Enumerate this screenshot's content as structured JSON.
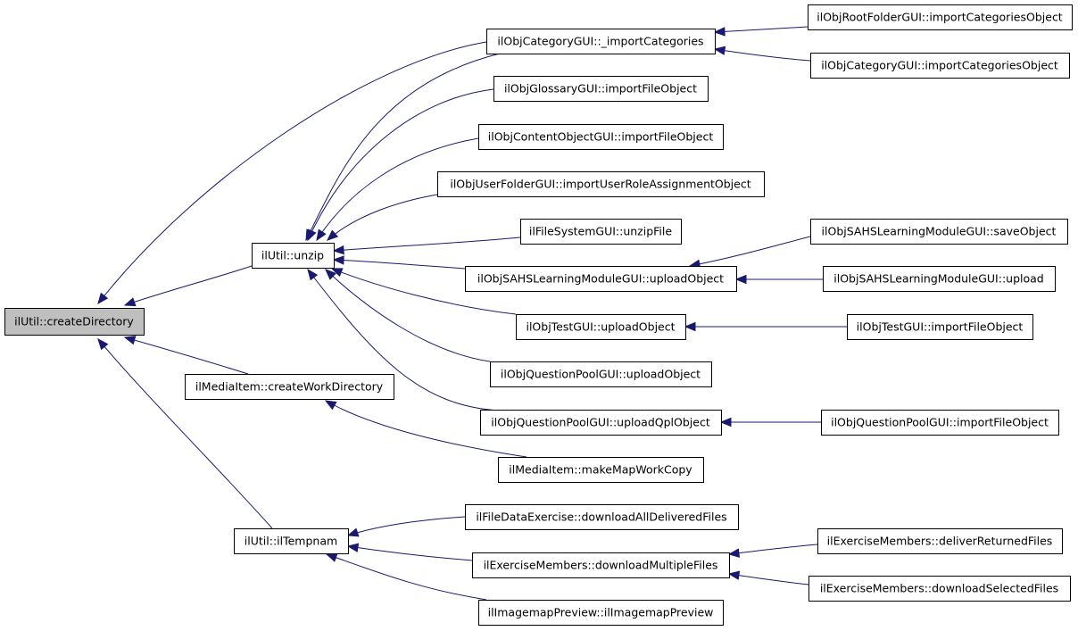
{
  "graph": {
    "colors": {
      "edge": "#191970",
      "node_border": "#000000",
      "root_fill": "#bfbfbf",
      "node_fill": "#ffffff"
    },
    "nodes": {
      "createDirectory": "ilUtil::createDirectory",
      "unzip": "ilUtil::unzip",
      "createWorkDirectory": "ilMediaItem::createWorkDirectory",
      "ilTempnam": "ilUtil::ilTempnam",
      "catImport": "ilObjCategoryGUI::_importCategories",
      "glossaryImport": "ilObjGlossaryGUI::importFileObject",
      "contentImport": "ilObjContentObjectGUI::importFileObject",
      "userFolderImport": "ilObjUserFolderGUI::importUserRoleAssignmentObject",
      "fsUnzip": "ilFileSystemGUI::unzipFile",
      "sahsUpload": "ilObjSAHSLearningModuleGUI::uploadObject",
      "testUpload": "ilObjTestGUI::uploadObject",
      "qpUpload": "ilObjQuestionPoolGUI::uploadObject",
      "qpUploadQpl": "ilObjQuestionPoolGUI::uploadQplObject",
      "mapWorkCopy": "ilMediaItem::makeMapWorkCopy",
      "downloadAll": "ilFileDataExercise::downloadAllDeliveredFiles",
      "downloadMultiple": "ilExerciseMembers::downloadMultipleFiles",
      "imagemapPreview": "ilImagemapPreview::ilImagemapPreview",
      "rootImportCat": "ilObjRootFolderGUI::importCategoriesObject",
      "catImportObj": "ilObjCategoryGUI::importCategoriesObject",
      "sahsSave": "ilObjSAHSLearningModuleGUI::saveObject",
      "sahsUploadMeth": "ilObjSAHSLearningModuleGUI::upload",
      "testImport": "ilObjTestGUI::importFileObject",
      "qpImport": "ilObjQuestionPoolGUI::importFileObject",
      "deliverReturned": "ilExerciseMembers::deliverReturnedFiles",
      "downloadSelected": "ilExerciseMembers::downloadSelectedFiles"
    },
    "edges": [
      {
        "from": "catImport",
        "to": "createDirectory"
      },
      {
        "from": "unzip",
        "to": "createDirectory"
      },
      {
        "from": "createWorkDirectory",
        "to": "createDirectory"
      },
      {
        "from": "ilTempnam",
        "to": "createDirectory"
      },
      {
        "from": "catImport",
        "to": "unzip"
      },
      {
        "from": "glossaryImport",
        "to": "unzip"
      },
      {
        "from": "contentImport",
        "to": "unzip"
      },
      {
        "from": "userFolderImport",
        "to": "unzip"
      },
      {
        "from": "fsUnzip",
        "to": "unzip"
      },
      {
        "from": "sahsUpload",
        "to": "unzip"
      },
      {
        "from": "testUpload",
        "to": "unzip"
      },
      {
        "from": "qpUpload",
        "to": "unzip"
      },
      {
        "from": "qpUploadQpl",
        "to": "unzip"
      },
      {
        "from": "mapWorkCopy",
        "to": "createWorkDirectory"
      },
      {
        "from": "downloadAll",
        "to": "ilTempnam"
      },
      {
        "from": "downloadMultiple",
        "to": "ilTempnam"
      },
      {
        "from": "imagemapPreview",
        "to": "ilTempnam"
      },
      {
        "from": "rootImportCat",
        "to": "catImport"
      },
      {
        "from": "catImportObj",
        "to": "catImport"
      },
      {
        "from": "sahsSave",
        "to": "sahsUpload"
      },
      {
        "from": "sahsUploadMeth",
        "to": "sahsUpload"
      },
      {
        "from": "testImport",
        "to": "testUpload"
      },
      {
        "from": "qpImport",
        "to": "qpUploadQpl"
      },
      {
        "from": "deliverReturned",
        "to": "downloadMultiple"
      },
      {
        "from": "downloadSelected",
        "to": "downloadMultiple"
      }
    ]
  }
}
